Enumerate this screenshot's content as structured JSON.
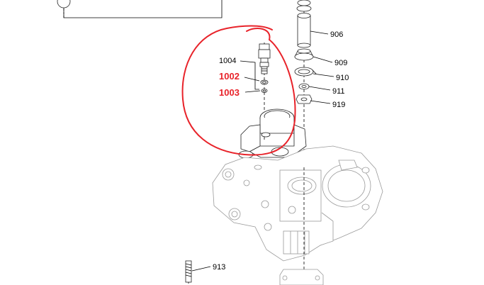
{
  "diagram": {
    "labels": {
      "p906": "906",
      "p909": "909",
      "p910": "910",
      "p911": "911",
      "p919": "919",
      "p1004": "1004",
      "p1002": "1002",
      "p1003": "1003",
      "p913": "913"
    },
    "colors": {
      "highlight": "#e8232a",
      "line": "#000000",
      "ghost": "#9a9a9a"
    }
  }
}
